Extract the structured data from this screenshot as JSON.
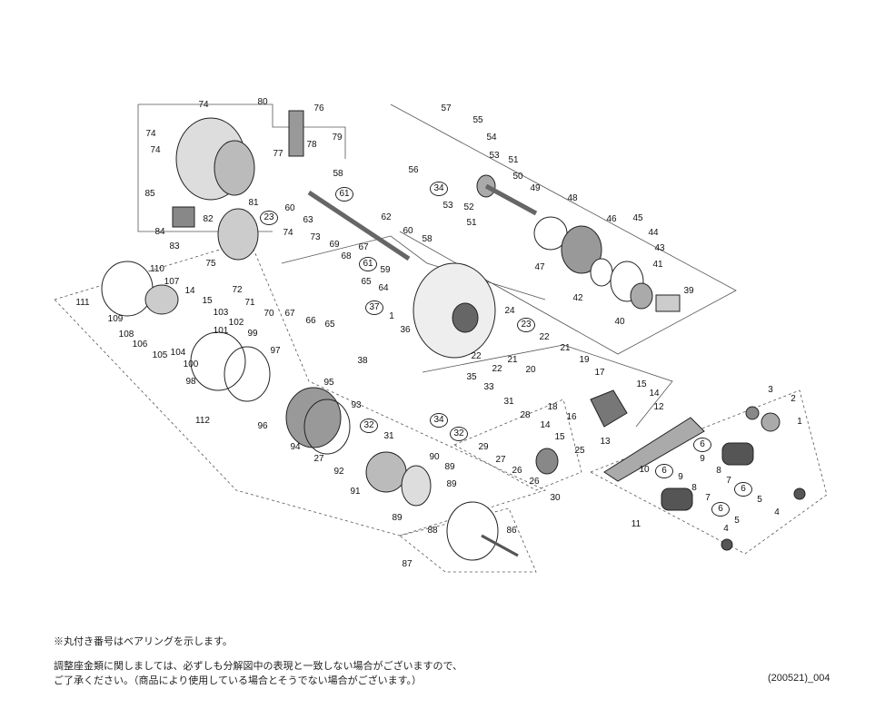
{
  "labels": [
    "74",
    "80",
    "76",
    "74",
    "74",
    "78",
    "77",
    "79",
    "57",
    "55",
    "54",
    "53",
    "51",
    "50",
    "56",
    "58",
    "85",
    "81",
    "60",
    "63",
    "62",
    "49",
    "48",
    "53",
    "52",
    "51",
    "82",
    "84",
    "83",
    "74",
    "73",
    "60",
    "58",
    "46",
    "45",
    "44",
    "43",
    "47",
    "41",
    "75",
    "69",
    "67",
    "68",
    "59",
    "72",
    "71",
    "70",
    "67",
    "66",
    "65",
    "65",
    "64",
    "1",
    "36",
    "42",
    "39",
    "40",
    "110",
    "107",
    "14",
    "15",
    "111",
    "103",
    "102",
    "109",
    "108",
    "101",
    "99",
    "106",
    "105",
    "104",
    "100",
    "98",
    "97",
    "24",
    "22",
    "21",
    "22",
    "22",
    "21",
    "19",
    "20",
    "38",
    "35",
    "33",
    "17",
    "15",
    "14",
    "12",
    "18",
    "16",
    "31",
    "28",
    "29",
    "14",
    "15",
    "25",
    "27",
    "26",
    "26",
    "13",
    "3",
    "2",
    "1",
    "112",
    "96",
    "95",
    "93",
    "94",
    "31",
    "27",
    "92",
    "91",
    "90",
    "89",
    "89",
    "89",
    "88",
    "86",
    "87",
    "30",
    "9",
    "8",
    "7",
    "5",
    "4",
    "10",
    "9",
    "8",
    "7",
    "5",
    "4",
    "11"
  ],
  "bearing_labels": [
    "61",
    "23",
    "61",
    "37",
    "23",
    "34",
    "34",
    "32",
    "32",
    "6",
    "6",
    "6",
    "6"
  ],
  "notes": {
    "bearing_note": "※丸付き番号はベアリングを示します。",
    "adjust_note_1": "調整座金類に関しましては、必ずしも分解図中の表現と一致しない場合がございますので、",
    "adjust_note_2": "ご了承ください。（商品により使用している場合とそうでない場合がございます。）",
    "code": "(200521)_004"
  }
}
